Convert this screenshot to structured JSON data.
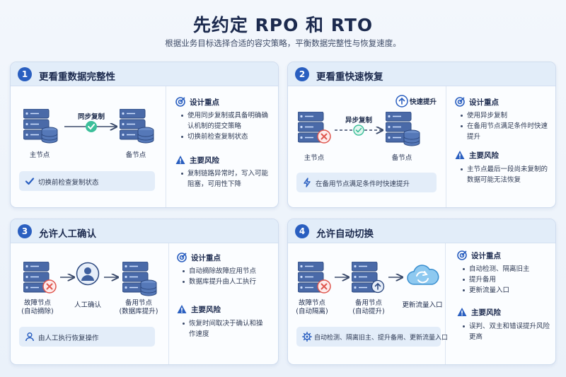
{
  "header": {
    "title": "先约定 RPO 和 RTO",
    "subtitle": "根据业务目标选择合适的容灾策略，平衡数据完整性与恢复速度。"
  },
  "sections": {
    "design": "设计重点",
    "risk": "主要风险"
  },
  "cards": [
    {
      "number": "1",
      "title": "更看重数据完整性",
      "arrow_label": "同步复制",
      "nodes": [
        "主节点",
        "备节点"
      ],
      "design_points": [
        "使用同步复制或具备明确确认机制的提交策略",
        "切换前检查复制状态"
      ],
      "risks": [
        "复制链路异常时，写入可能阻塞，可用性下降"
      ],
      "note": "切换前检查复制状态"
    },
    {
      "number": "2",
      "title": "更看重快速恢复",
      "arrow_label": "异步复制",
      "badge": "快速提升",
      "nodes": [
        "主节点",
        "备节点"
      ],
      "design_points": [
        "使用异步复制",
        "在备用节点满足条件时快速提升"
      ],
      "risks": [
        "主节点最后一段尚未复制的数据可能无法恢复"
      ],
      "note": "在备用节点满足条件时快速提升"
    },
    {
      "number": "3",
      "title": "允许人工确认",
      "nodes": [
        "故障节点\n(自动摘除)",
        "人工确认",
        "备用节点\n(数据库提升)"
      ],
      "design_points": [
        "自动摘除故障应用节点",
        "数据库提升由人工执行"
      ],
      "risks": [
        "恢复时间取决于确认和操作速度"
      ],
      "note": "由人工执行恢复操作"
    },
    {
      "number": "4",
      "title": "允许自动切换",
      "nodes": [
        "故障节点\n(自动隔离)",
        "备用节点\n(自动提升)",
        "更新流量入口"
      ],
      "design_points": [
        "自动检测、隔离旧主",
        "提升备用",
        "更新流量入口"
      ],
      "risks": [
        "误判、双主和错误提升风险更高"
      ],
      "note": "自动检测、隔离旧主、提升备用、更新流量入口"
    }
  ],
  "icons": {
    "design": "target-icon",
    "risk": "warning-icon",
    "note1": "checkmark-icon",
    "note2": "lightning-icon",
    "note3": "person-icon",
    "note4": "gear-icon"
  },
  "colors": {
    "accent": "#2a5fc0",
    "server": "#3e5f9e",
    "sync": "#3bbf9a",
    "fail": "#e0574f",
    "cloud": "#5fb0e6"
  }
}
